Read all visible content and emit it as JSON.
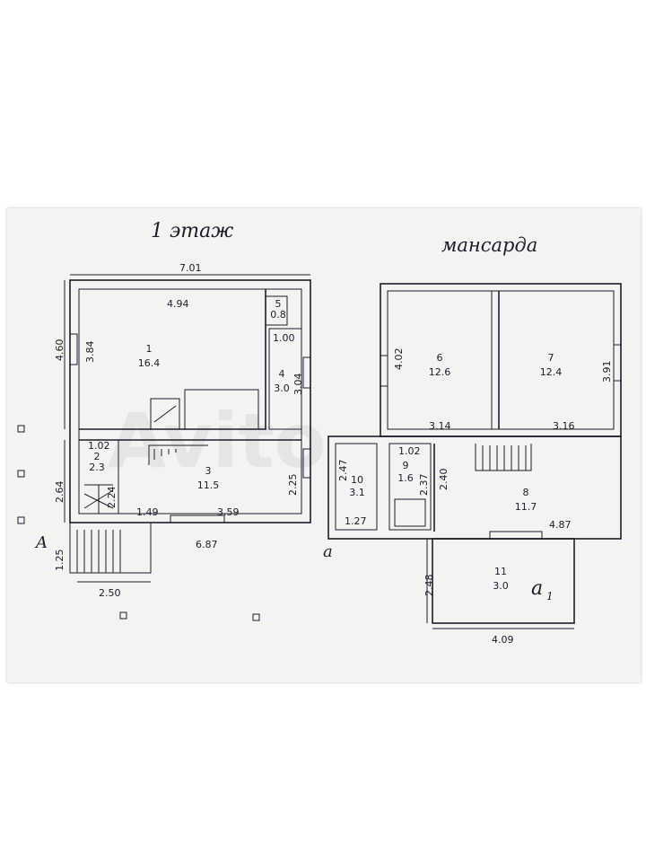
{
  "floors": {
    "first": {
      "title": "1 этаж"
    },
    "attic": {
      "title": "мансарда"
    }
  },
  "watermark": "Avito",
  "rooms": [
    {
      "id": "r1",
      "number": "1",
      "area": "16.4"
    },
    {
      "id": "r2",
      "number": "2",
      "area": "2.3"
    },
    {
      "id": "r3",
      "number": "3",
      "area": "11.5"
    },
    {
      "id": "r4",
      "number": "4",
      "area": "3.0"
    },
    {
      "id": "r5",
      "number": "5",
      "area": "0.8"
    },
    {
      "id": "r6",
      "number": "6",
      "area": "12.6"
    },
    {
      "id": "r7",
      "number": "7",
      "area": "12.4"
    },
    {
      "id": "r8",
      "number": "8",
      "area": "11.7"
    },
    {
      "id": "r9",
      "number": "9",
      "area": "1.6"
    },
    {
      "id": "r10",
      "number": "10",
      "area": "3.1"
    },
    {
      "id": "r11",
      "number": "11",
      "area": "3.0"
    }
  ],
  "dimensions": {
    "d701": "7.01",
    "d494": "4.94",
    "d460": "4.60",
    "d384": "3.84",
    "d100": "1.00",
    "d304": "3.04",
    "d102a": "1.02",
    "d264": "2.64",
    "d224": "2.24",
    "d225": "2.25",
    "d149": "1.49",
    "d359": "3.59",
    "d687": "6.87",
    "d125": "1.25",
    "d250": "2.50",
    "d402": "4.02",
    "d391": "3.91",
    "d314": "3.14",
    "d316": "3.16",
    "d247": "2.47",
    "d102b": "1.02",
    "d237": "2.37",
    "d240": "2.40",
    "d127": "1.27",
    "d487": "4.87",
    "d248": "2.48",
    "d409": "4.09"
  },
  "labels": {
    "a": "A",
    "a_small": "a",
    "a1": "a",
    "a1_sub": "1"
  }
}
